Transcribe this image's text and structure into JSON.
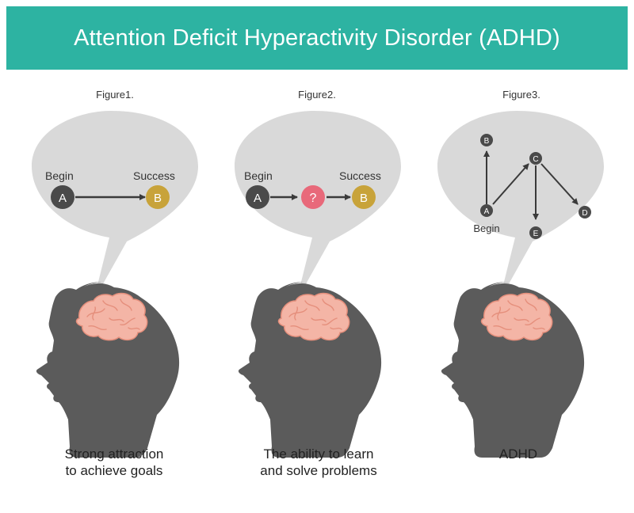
{
  "title": "Attention Deficit Hyperactivity Disorder (ADHD)",
  "colors": {
    "header": "#2db3a2",
    "bubble": "#d9d9d9",
    "head": "#5b5b5b",
    "brain": "#f4b5a6",
    "node_dark": "#4a4a4a",
    "node_gold": "#c8a33a",
    "node_question": "#e8697a"
  },
  "figures": [
    {
      "label": "Figure1.",
      "begin_label": "Begin",
      "success_label": "Success",
      "node_a": "A",
      "node_b": "B",
      "caption": [
        "Strong attraction",
        "to achieve goals"
      ]
    },
    {
      "label": "Figure2.",
      "begin_label": "Begin",
      "success_label": "Success",
      "node_a": "A",
      "node_q": "?",
      "node_b": "B",
      "caption": [
        "The ability to learn",
        "and solve problems"
      ]
    },
    {
      "label": "Figure3.",
      "begin_label": "Begin",
      "nodes": [
        "A",
        "B",
        "C",
        "D",
        "E"
      ],
      "caption": [
        "ADHD"
      ]
    }
  ]
}
